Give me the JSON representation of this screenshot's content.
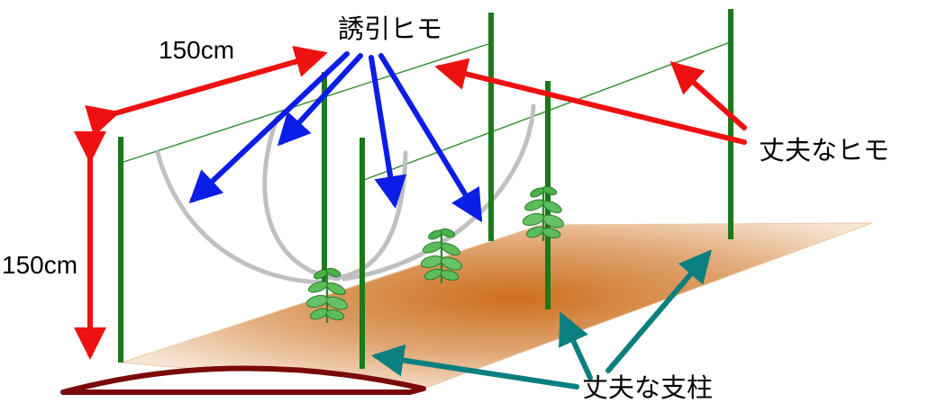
{
  "labels": {
    "guide_string": "誘引ヒモ",
    "strong_string": "丈夫なヒモ",
    "strong_post": "丈夫な支柱",
    "width_dim": "150cm",
    "height_dim": "150cm"
  },
  "colors": {
    "post": "#1a7a1a",
    "wire": "#2e8b2e",
    "guide_string": "#c0c0c0",
    "arrow_blue": "#0a1ee6",
    "arrow_red": "#ee1111",
    "arrow_teal": "#0a7f7f",
    "soil_dark": "#cd6f1c",
    "soil_light": "#f4d9bf",
    "mound_outline": "#7a0a0a",
    "leaf": "#3fa33f"
  },
  "icons": {
    "plant": "seedling-icon"
  }
}
